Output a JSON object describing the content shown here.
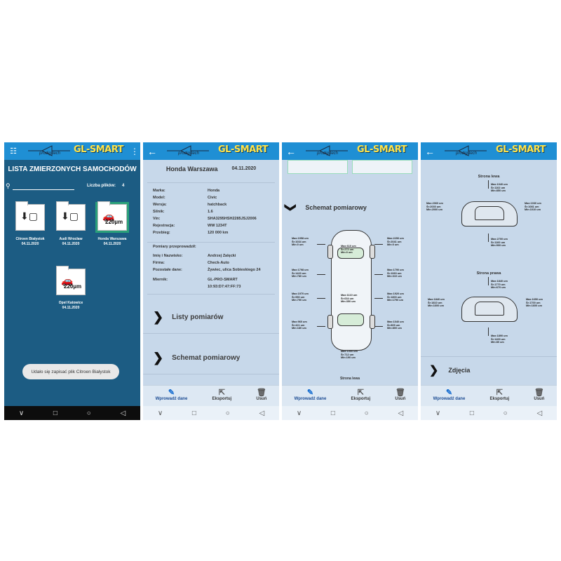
{
  "app": {
    "brand": "prodig-tech",
    "title": "GL-SMART"
  },
  "nav": {
    "back": "◁",
    "home": "○",
    "recent": "□",
    "down": "∨"
  },
  "actions": {
    "input": "Wprowadź dane",
    "export": "Eksportuj",
    "delete": "Usuń"
  },
  "screen1": {
    "title": "LISTA ZMIERZONYCH SAMOCHODÓW",
    "files_label": "Liczba plików:",
    "files_count": "4",
    "items": [
      {
        "name": "Citroen Białystok",
        "date": "04.11.2020"
      },
      {
        "name": "Audi Wrocław",
        "date": "04.11.2020"
      },
      {
        "name": "Honda Warszawa",
        "date": "04.11.2020",
        "badge": "220µm"
      },
      {
        "name": "Opel Katowice",
        "date": "04.11.2020",
        "badge": "220µm"
      }
    ],
    "toast": "Udało się zapisać plik Citroen Białystok"
  },
  "screen2": {
    "title": "Honda Warszawa",
    "date": "04.11.2020",
    "fields": [
      {
        "k": "Marka:",
        "v": "Honda"
      },
      {
        "k": "Model:",
        "v": "Civic"
      },
      {
        "k": "Wersja:",
        "v": "hatchback"
      },
      {
        "k": "Silnik:",
        "v": "1.6"
      },
      {
        "k": "Vin:",
        "v": "SHA3295HSH2285JSJ2006"
      },
      {
        "k": "Rejestracja:",
        "v": "WW 1234T"
      },
      {
        "k": "Przebieg:",
        "v": "120 000 km"
      }
    ],
    "subheading": "Pomiary przeprowadził:",
    "person": [
      {
        "k": "Imię i Nazwisko:",
        "v": "Andrzej Zalęcki"
      },
      {
        "k": "Firma:",
        "v": "Check-Auto"
      },
      {
        "k": "Pozostałe dane:",
        "v": "Żywiec, ulica Sobieskiego 24"
      },
      {
        "k": "Miernik:",
        "v": "GL-PRO-SMART"
      },
      {
        "k": "",
        "v": "10:93:D7:47:FF:73"
      }
    ],
    "sections": [
      "Listy pomiarów",
      "Schemat pomiarowy"
    ]
  },
  "screen3": {
    "section": "Schemat pomiarowy",
    "bottom_label": "Strona lewa",
    "measurements": [
      [
        "Max:1958 um",
        "Śr:1034 um",
        "Min:0 um"
      ],
      [
        "Max:2250 um",
        "Śr:2041 um",
        "Min:0 um"
      ],
      [
        "Max:1798 um",
        "Śr:1420 um",
        "Min:780 um"
      ],
      [
        "Max:1790 um",
        "Śr:1060 um",
        "Min:310 um"
      ],
      [
        "Max:1970 um",
        "Śr:950 um",
        "Min:790 um"
      ],
      [
        "Max:1920 um",
        "Śr:1800 um",
        "Min:1790 um"
      ],
      [
        "Max:960 um",
        "Śr:421 um",
        "Min:180 um"
      ],
      [
        "Max:1040 um",
        "Śr:805 um",
        "Min:800 um"
      ],
      [
        "Max:610 um",
        "Śr:272 um",
        "Min:0 um"
      ],
      [
        "Max:1110 um",
        "Śr:634 um",
        "Min:350 um"
      ],
      [
        "Max:1000 um",
        "Śr:712 um",
        "Min:190 um"
      ]
    ]
  },
  "screen4": {
    "left_label": "Strona lewa",
    "right_label": "Strona prawa",
    "section": "Zdjęcia",
    "left_meas": [
      [
        "Max:1040 um",
        "Śr:1102 um",
        "Min:850 um"
      ],
      [
        "Max:2060 um",
        "Śr:2030 um",
        "Min:2000 um"
      ],
      [
        "Max:1030 um",
        "Śr:1081 um",
        "Min:1010 um"
      ],
      [
        "Max:2700 um",
        "Śr:1100 um",
        "Min:900 um"
      ]
    ],
    "right_meas": [
      [
        "Max:1840 um",
        "Śr:1770 um",
        "Min:670 um"
      ],
      [
        "Max:1840 um",
        "Śr:1810 um",
        "Min:1600 um"
      ],
      [
        "Max:1650 um",
        "Śr:1700 um",
        "Min:1600 um"
      ],
      [
        "Max:1890 um",
        "Śr:1400 um",
        "Min:80 um"
      ]
    ]
  }
}
